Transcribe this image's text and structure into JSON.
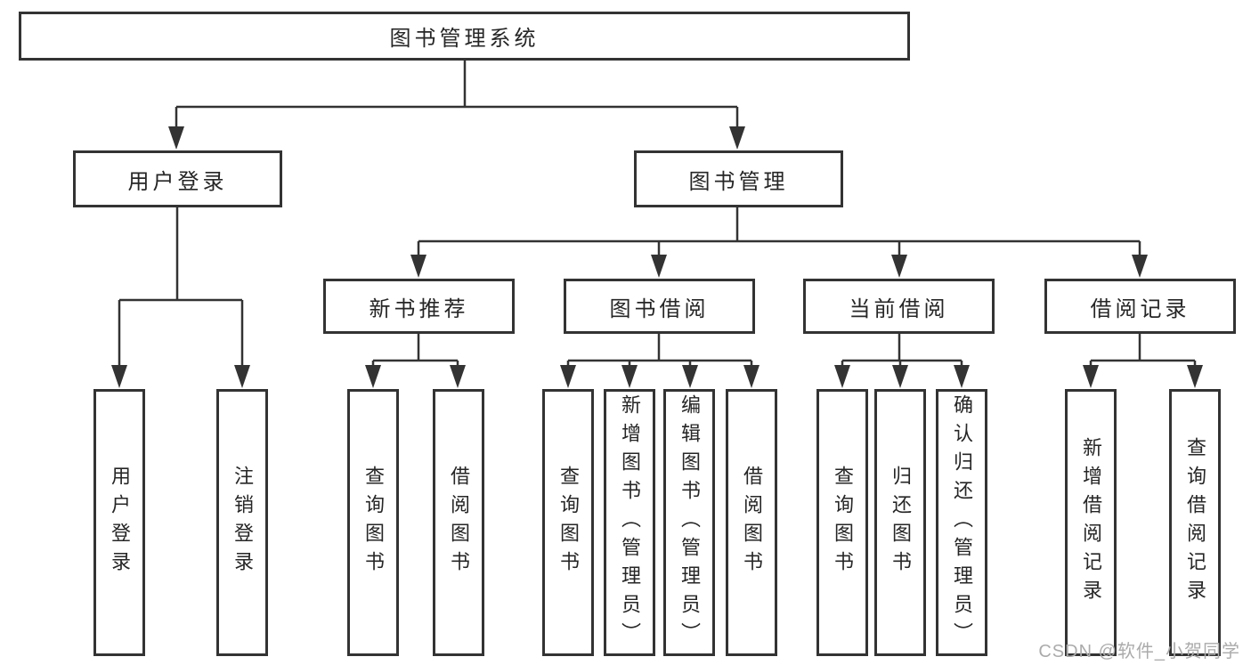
{
  "colors": {
    "line": "#333333",
    "box_border": "#333333",
    "box_fill": "#ffffff",
    "text": "#262626",
    "watermark_text": "#ababab"
  },
  "tree": {
    "root": "图书管理系统",
    "branches": [
      {
        "label": "用户登录",
        "children": [
          "用户登录",
          "注销登录"
        ]
      },
      {
        "label": "图书管理",
        "groups": [
          {
            "label": "新书推荐",
            "children": [
              "查询图书",
              "借阅图书"
            ]
          },
          {
            "label": "图书借阅",
            "children": [
              "查询图书",
              "新增图书（管理员）",
              "编辑图书（管理员）",
              "借阅图书"
            ]
          },
          {
            "label": "当前借阅",
            "children": [
              "查询图书",
              "归还图书",
              "确认归还（管理员）"
            ]
          },
          {
            "label": "借阅记录",
            "children": [
              "新增借阅记录",
              "查询借阅记录"
            ]
          }
        ]
      }
    ]
  },
  "watermark": "CSDN @软件_小贺同学"
}
